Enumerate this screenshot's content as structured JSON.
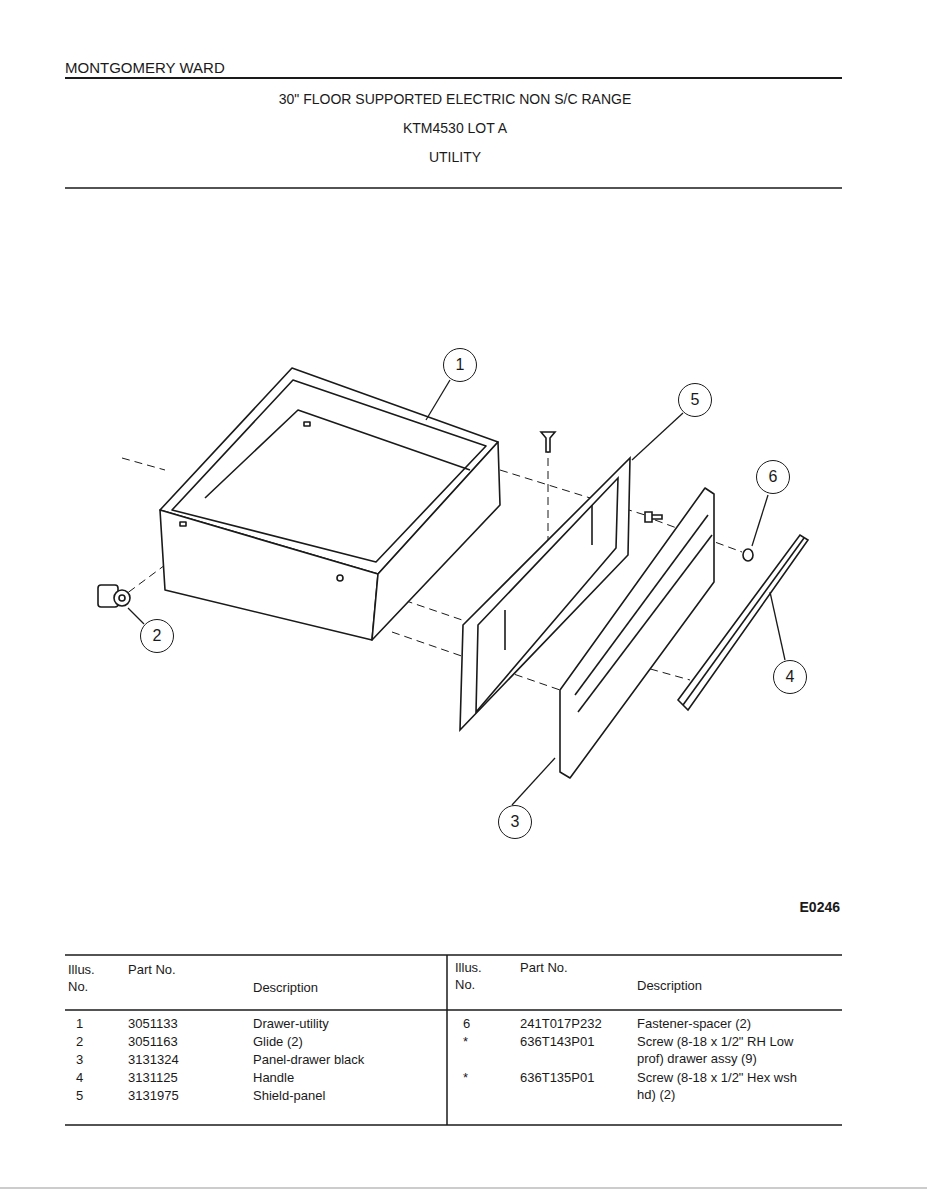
{
  "diagram": {
    "title": "30\" FLOOR SUPPORTED ELECTRIC NON S/C RANGE",
    "nodes": [
      {
        "text": [
          "1"
        ]
      },
      {
        "text": [
          "5"
        ]
      },
      {
        "text": [
          "6"
        ]
      },
      {
        "text": [
          "2"
        ]
      },
      {
        "text": [
          "4"
        ]
      },
      {
        "text": [
          "3"
        ]
      }
    ],
    "labels": [
      "MONTGOMERY WARD",
      "KTM4530 LOT A",
      "UTILITY",
      "E0246",
      "Illus. No.",
      "Part No.",
      "Description",
      "Illus. No.",
      "Part No.",
      "Description",
      "1",
      "3051133",
      "Drawer-utility",
      "2",
      "3051163",
      "Glide (2)",
      "3",
      "3131324",
      "Panel-drawer black",
      "4",
      "3131125",
      "Handle",
      "5",
      "3131975",
      "Shield-panel",
      "6",
      "241T017P232",
      "Fastener-spacer (2)",
      "*",
      "636T143P01",
      "Screw (8-18 x 1/2\" RH Low prof) drawer assy (9)",
      "*",
      "636T135P01",
      "Screw (8-18 x 1/2\" Hex wsh hd) (2)"
    ]
  }
}
